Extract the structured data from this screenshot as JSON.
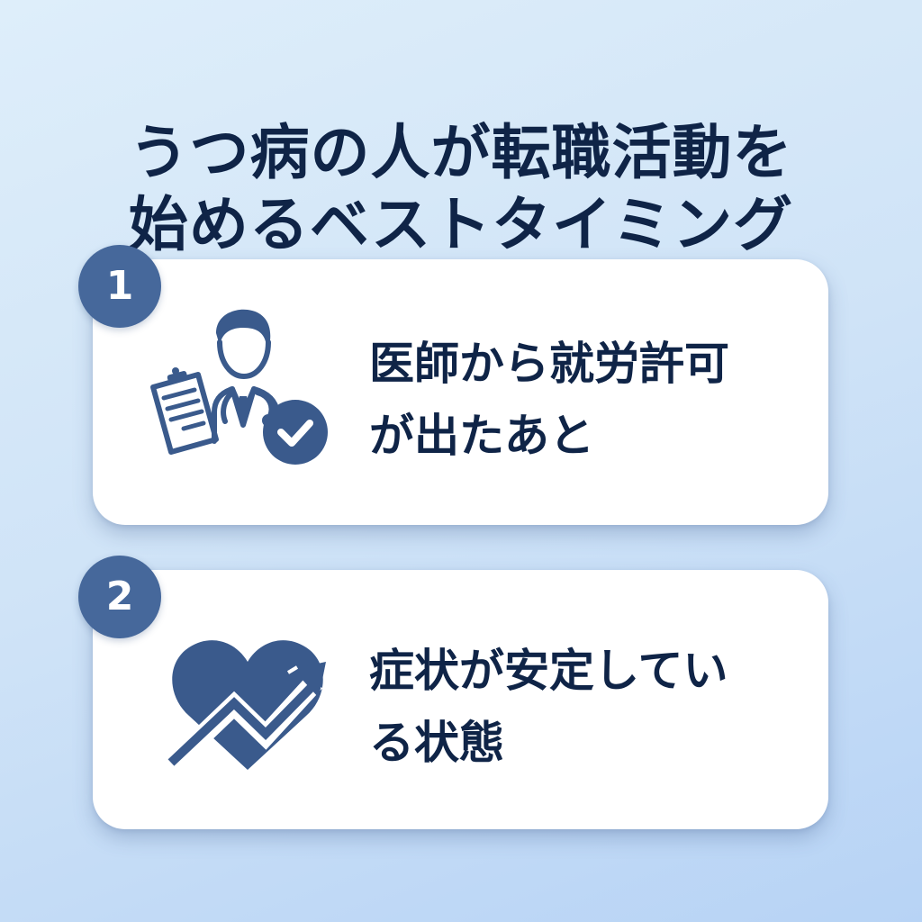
{
  "title": {
    "lines": [
      "うつ病の人が転職活動を",
      "始めるベストタイミング"
    ]
  },
  "colors": {
    "text_primary": "#0f2447",
    "badge": "#46689b",
    "icon": "#3a5a8c",
    "card": "#ffffff",
    "background_top": "#deeefa",
    "background_bottom": "#b7d3f5"
  },
  "items": [
    {
      "number": "1",
      "icon": "doctor-approval-icon",
      "lines": [
        "医師から就労許可",
        "が出たあと"
      ]
    },
    {
      "number": "2",
      "icon": "heart-trend-up-icon",
      "lines": [
        "症状が安定してい",
        "る状態"
      ]
    }
  ]
}
